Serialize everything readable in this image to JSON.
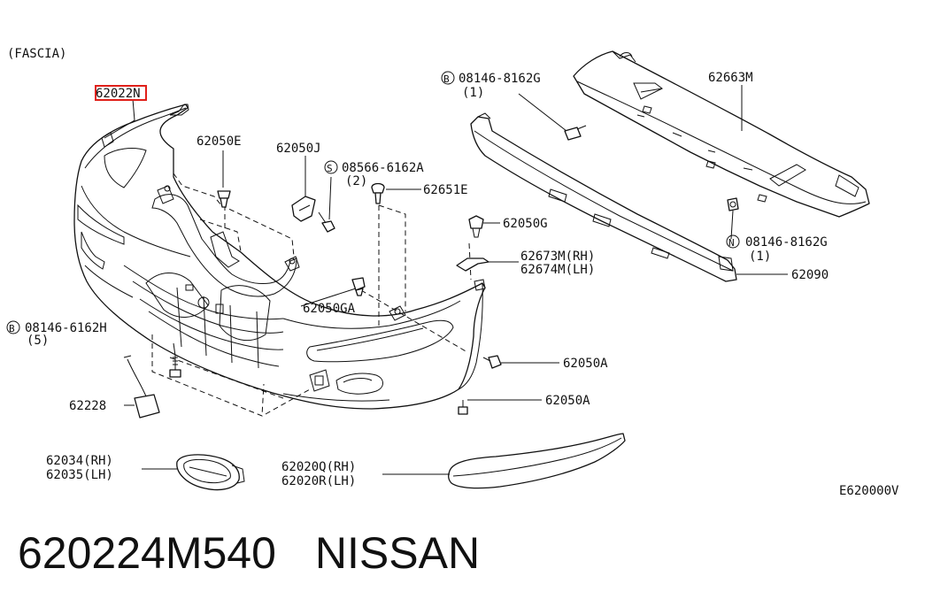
{
  "diagram": {
    "section_label": "(FASCIA)",
    "highlighted_part": "62022N",
    "drawing_code": "E620000V",
    "highlight_color": "#e0201a",
    "callouts": {
      "p62022n": "62022N",
      "p62050e": "62050E",
      "p62050j": "62050J",
      "p08566_prefix": "S",
      "p08566": "08566-6162A",
      "p08566_qty": "(2)",
      "p62651e": "62651E",
      "p62050g": "62050G",
      "p62673m": "62673M(RH)",
      "p62674m": "62674M(LH)",
      "p62050ga": "62050GA",
      "p08146h_prefix": "B",
      "p08146h": "08146-6162H",
      "p08146h_qty": "(5)",
      "p62050a_1": "62050A",
      "p62050a_2": "62050A",
      "p62228": "62228",
      "p62034": "62034(RH)",
      "p62035": "62035(LH)",
      "p62020q": "62020Q(RH)",
      "p62020r": "62020R(LH)",
      "p08146g_top_prefix": "B",
      "p08146g_top": "08146-8162G",
      "p08146g_top_qty": "(1)",
      "p62663m": "62663M",
      "p08146g_bot_prefix": "N",
      "p08146g_bot": "08146-8162G",
      "p08146g_bot_qty": "(1)",
      "p62090": "62090"
    }
  },
  "footer": {
    "part_number": "620224M540",
    "brand": "NISSAN"
  }
}
